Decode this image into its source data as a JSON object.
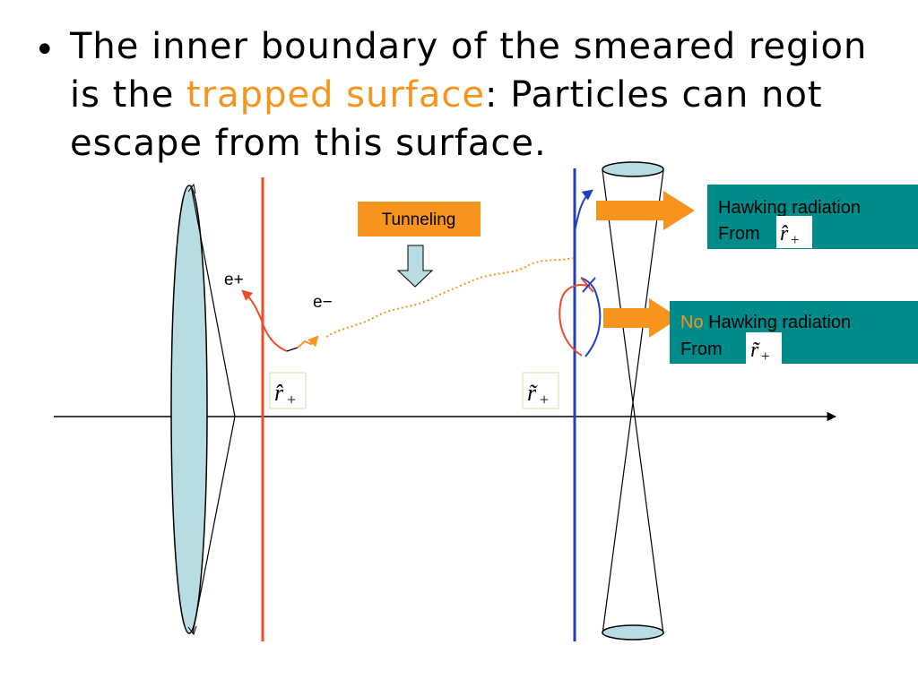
{
  "bullet": {
    "line1": "The inner boundary of the smeared region",
    "line2_prefix": "is the ",
    "line2_highlight": "trapped surface",
    "line2_suffix": ": Particles can not",
    "line3": "escape from this surface."
  },
  "diagram": {
    "tunneling_label": "Tunneling",
    "e_plus_label": "e+",
    "e_minus_label": "e−",
    "r_hat_label": "r̂",
    "r_tilde_label": "r̃",
    "plus_subscript": "+",
    "box1": {
      "line1": "Hawking radiation",
      "line2": "From"
    },
    "box2": {
      "no": "No",
      "line1_rest": " Hawking radiation",
      "line2": "From"
    }
  },
  "colors": {
    "accent_orange": "#f7941d",
    "arrow_orange": "#f7941d",
    "teal_box": "#008b8b",
    "lens_fill": "#b7dde3",
    "red_line": "#ee4b2b",
    "blue_line": "#1f3fbf"
  }
}
